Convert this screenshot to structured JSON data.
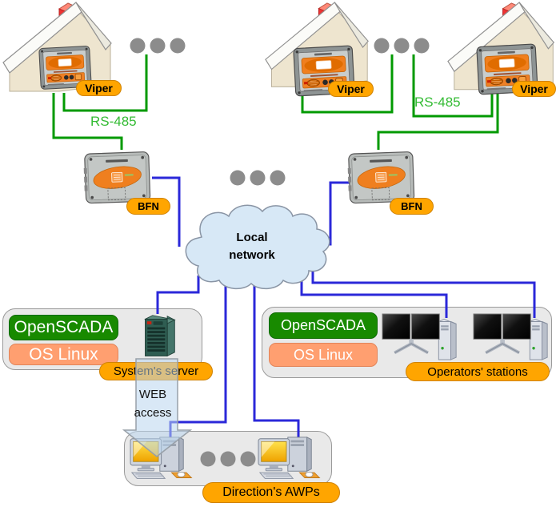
{
  "title": "OpenSCADA network architecture diagram",
  "field_level": {
    "meter_label": "Viper",
    "bus_label": "RS-485",
    "house_icon": "house-icon",
    "meter_icon": "energy-meter-icon",
    "more_items_icon": "ellipsis-dots-icon"
  },
  "controller_level": {
    "controller_label": "BFN",
    "controller_icon": "controller-box-icon"
  },
  "network": {
    "label": "Local network",
    "cloud_icon": "network-cloud-icon"
  },
  "server_group": {
    "software_label": "OpenSCADA",
    "os_label": "OS Linux",
    "caption": "System's server",
    "server_icon": "server-tower-icon"
  },
  "operators_group": {
    "software_label": "OpenSCADA",
    "os_label": "OS Linux",
    "caption": "Operators' stations",
    "workstation_icon": "dual-monitor-workstation-icon"
  },
  "direction_group": {
    "caption": "Direction's AWPs",
    "computer_icon": "desktop-computer-icon"
  },
  "web_access": {
    "caption": "WEB access",
    "arrow_icon": "down-arrow-icon"
  },
  "colors": {
    "label_orange": "#FFA500",
    "openscada_green": "#188A00",
    "os_linux_salmon": "#FF9F70",
    "rs485_line_green": "#009A00",
    "rs485_text_green": "#33BB33",
    "network_line_blue": "#2B28D9",
    "cloud_fill": "#D7E8F6",
    "group_box_gray": "#E9E9E9",
    "dots_gray": "#8C8C8C"
  }
}
